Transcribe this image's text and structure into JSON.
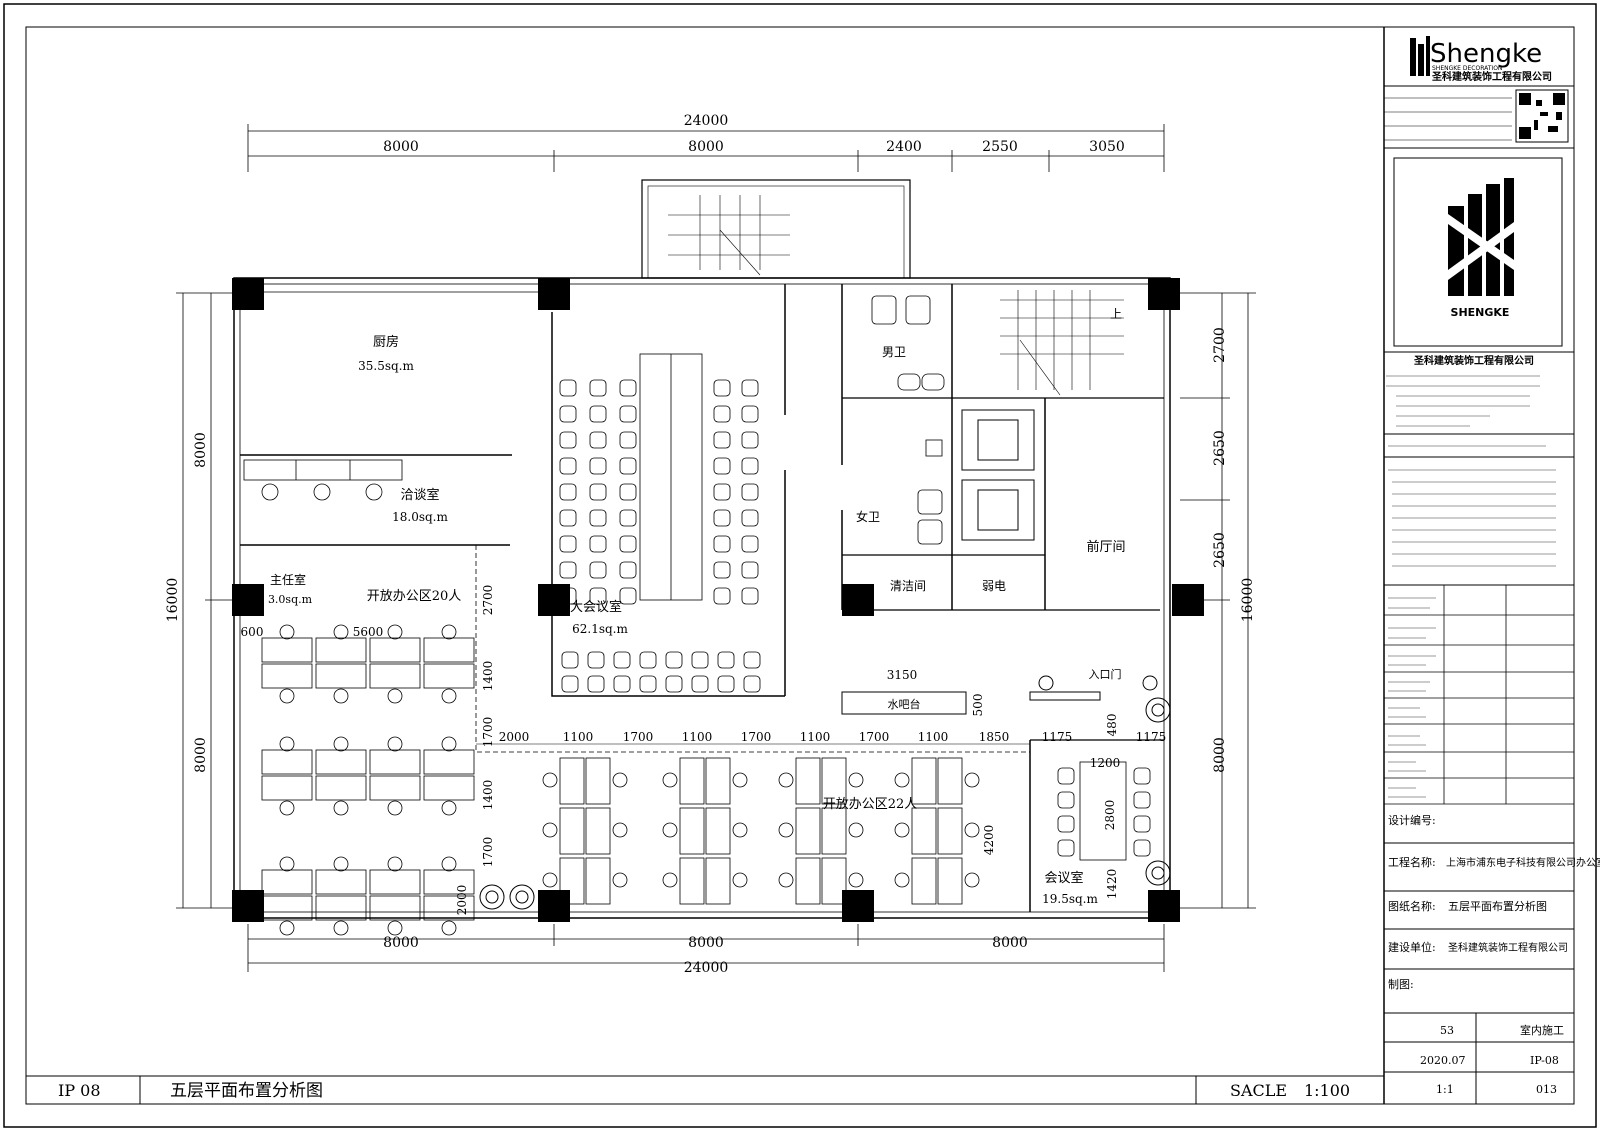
{
  "brand": {
    "name": "Shengke",
    "tagline": "SHENGKE DECORATION",
    "company_cn": "圣科建筑装饰工程有限公司",
    "logo_word": "SHENGKE",
    "company_cn_2": "圣科建筑装饰工程有限公司"
  },
  "dimensions": {
    "top_total": "24000",
    "top_segments": [
      "8000",
      "8000",
      "2400",
      "2550",
      "3050"
    ],
    "bottom_segments": [
      "8000",
      "8000",
      "8000"
    ],
    "bottom_total": "24000",
    "left_upper": "8000",
    "left_total": "16000",
    "left_lower": "8000",
    "right_segments": [
      "2700",
      "2650",
      "2650"
    ],
    "right_total": "16000",
    "right_lower": "8000",
    "inner_h": [
      "2000",
      "1100",
      "1700",
      "1100",
      "1700",
      "1100",
      "1700",
      "1100",
      "1850",
      "1175",
      "1175"
    ],
    "inner_misc": [
      "600",
      "5600",
      "2700",
      "1400",
      "1700",
      "1400",
      "1700",
      "3150",
      "500",
      "480",
      "1200",
      "2800",
      "4200",
      "1420",
      "2000"
    ]
  },
  "rooms": {
    "kitchen": "厨房",
    "kitchen_area": "35.5sq.m",
    "meeting_small": "洽谈室",
    "meeting_small_area": "18.0sq.m",
    "manager": "主任室",
    "manager_area": "3.0sq.m",
    "open_office": "开放办公区20人",
    "big_conf": "大会议室",
    "big_conf_area": "62.1sq.m",
    "male_wc": "男卫",
    "female_wc": "女卫",
    "cleaning": "清洁间",
    "storage": "弱电",
    "lobby": "前厅间",
    "reception": "入口门",
    "water_bar": "水吧台",
    "office_22": "开放办公区22人",
    "meeting": "会议室",
    "meeting_area": "19.5sq.m",
    "stair_up": "上"
  },
  "title_block": {
    "sheet_no": "IP 08",
    "sheet_title": "五层平面布置分析图",
    "scale_label": "SACLE",
    "scale_value": "1:100",
    "project_name_label": "工程名称:",
    "project_name": "上海市浦东电子科技有限公司办公室改造施工图",
    "drawing_name_label": "图纸名称:",
    "drawing_name": "五层平面布置分析图",
    "builder_label": "建设单位:",
    "builder": "圣科建筑装饰工程有限公司",
    "design_no_label": "设计编号:",
    "drawn_label": "制图:",
    "sheet_num": "53",
    "date": "2020.07",
    "code": "IP-08",
    "stage": "室内施工",
    "ratio": "1:1",
    "page": "013"
  }
}
